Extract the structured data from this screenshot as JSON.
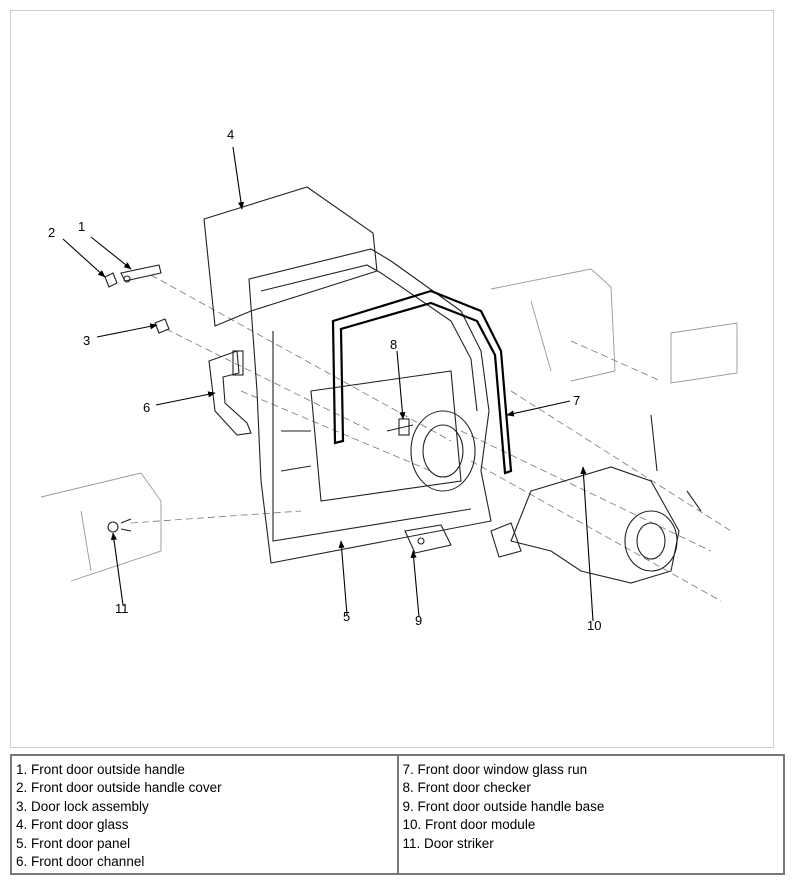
{
  "callouts": [
    {
      "id": "1",
      "label": "1"
    },
    {
      "id": "2",
      "label": "2"
    },
    {
      "id": "3",
      "label": "3"
    },
    {
      "id": "4",
      "label": "4"
    },
    {
      "id": "5",
      "label": "5"
    },
    {
      "id": "6",
      "label": "6"
    },
    {
      "id": "7",
      "label": "7"
    },
    {
      "id": "8",
      "label": "8"
    },
    {
      "id": "9",
      "label": "9"
    },
    {
      "id": "10",
      "label": "10"
    },
    {
      "id": "11",
      "label": "11"
    }
  ],
  "legend": {
    "left": [
      "1. Front door outside handle",
      "2. Front door outside handle cover",
      "3. Door lock assembly",
      "4. Front door glass",
      "5. Front door panel",
      "6. Front door channel"
    ],
    "right": [
      "7. Front door window glass run",
      "8. Front door checker",
      "9. Front door outside handle base",
      "10. Front door module",
      "11. Door striker"
    ]
  }
}
